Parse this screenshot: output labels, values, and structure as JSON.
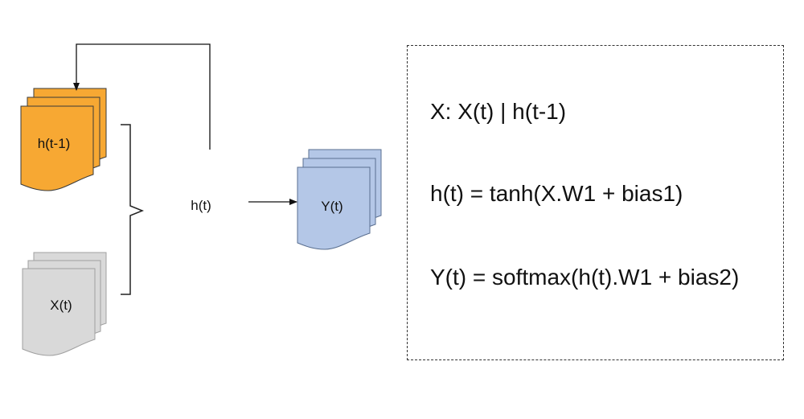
{
  "diagram": {
    "nodes": {
      "hidden_prev": {
        "label": "h(t-1)",
        "fill": "#F7A833",
        "stroke": "#3a3a3a"
      },
      "input": {
        "label": "X(t)",
        "fill": "#D9D9D9",
        "stroke": "#a0a0a0"
      },
      "hidden": {
        "label": "h(t)"
      },
      "output": {
        "label": "Y(t)",
        "fill": "#B4C7E7",
        "stroke": "#5a6f90"
      }
    },
    "equations": [
      "X: X(t) | h(t-1)",
      "h(t) = tanh(X.W1 + bias1)",
      "Y(t) = softmax(h(t).W1 + bias2)"
    ]
  }
}
